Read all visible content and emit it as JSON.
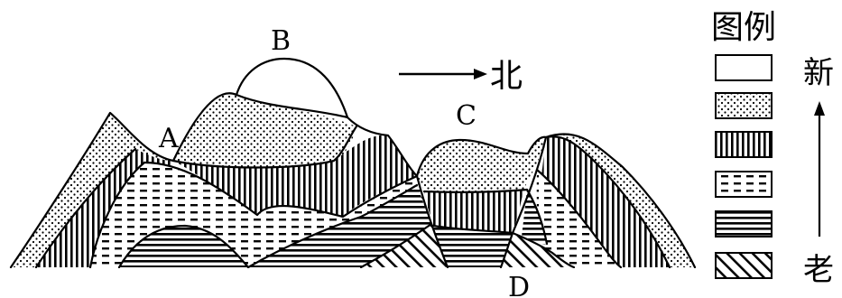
{
  "diagram": {
    "points": {
      "A": "A",
      "B": "B",
      "C": "C",
      "D": "D"
    },
    "direction_label": "北"
  },
  "legend": {
    "title": "图例",
    "newer_label": "新",
    "older_label": "老",
    "patterns": [
      "blank",
      "dots",
      "vertical-lines",
      "dashes",
      "horizontal-lines",
      "diagonal-hatch"
    ]
  }
}
